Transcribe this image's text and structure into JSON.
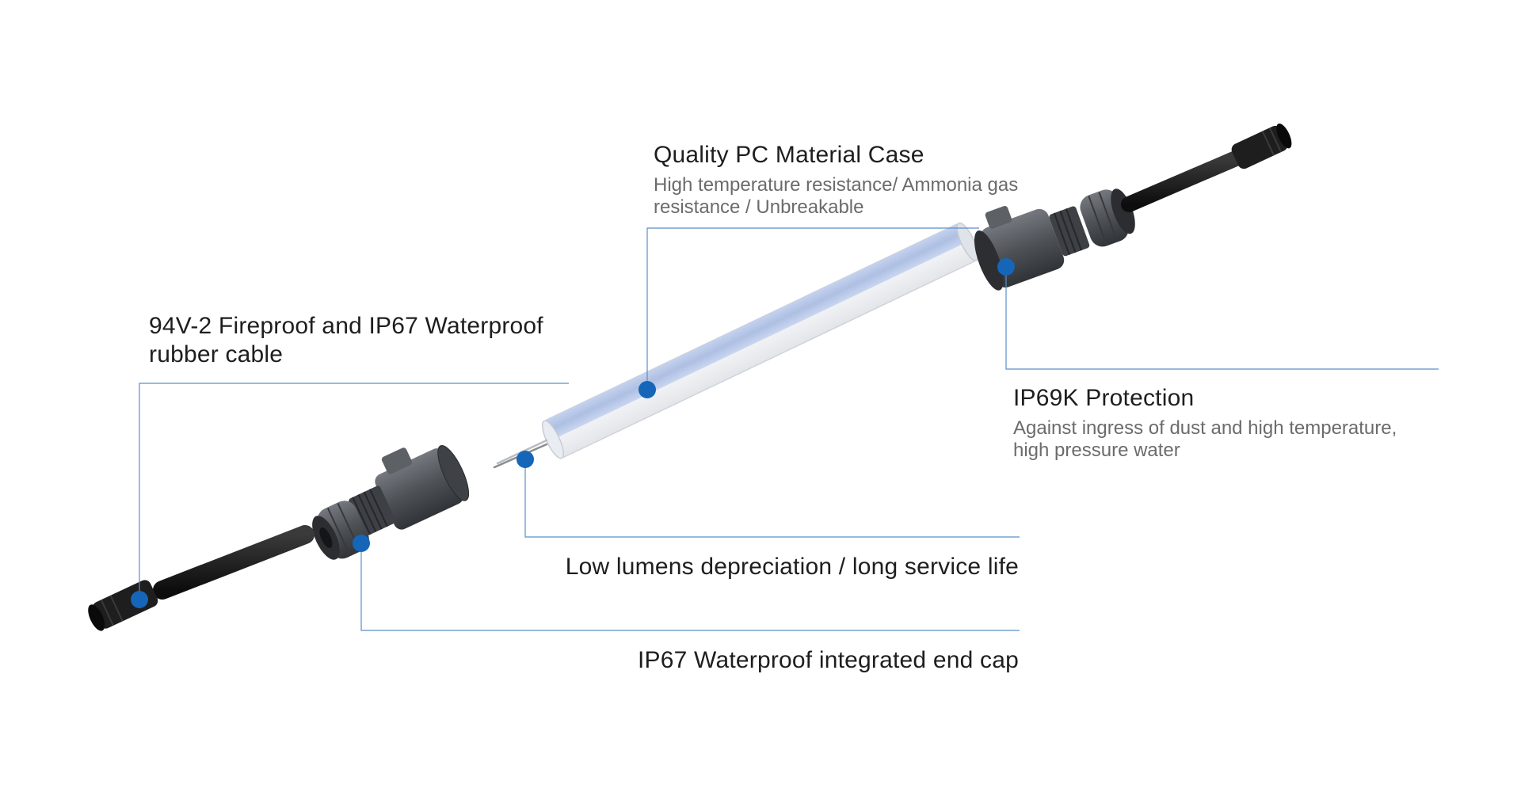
{
  "diagram": {
    "colors": {
      "accent_dot": "#1565b8",
      "leader_line": "#5b8fc7",
      "title_text": "#1e1e1e",
      "body_text": "#6b6b6b",
      "cable": "#1b1b1b",
      "connector_part": "#4a4d52",
      "tube_fill": "#b9c9e8",
      "tube_body": "#f4f5f8"
    },
    "callouts": [
      {
        "id": "pc-case",
        "title": "Quality PC Material Case",
        "lines": [
          "High temperature resistance/ Ammonia gas",
          "resistance / Unbreakable"
        ]
      },
      {
        "id": "rubber-cable",
        "title": "94V-2 Fireproof and IP67 Waterproof",
        "lines": [
          "rubber cable"
        ]
      },
      {
        "id": "ip69k",
        "title": "IP69K Protection",
        "lines": [
          "Against ingress of dust and high temperature,",
          "high pressure water"
        ]
      },
      {
        "id": "lumens",
        "title": "Low lumens depreciation / long service life",
        "lines": []
      },
      {
        "id": "end-cap",
        "title": "IP67 Waterproof integrated end cap",
        "lines": []
      }
    ]
  }
}
